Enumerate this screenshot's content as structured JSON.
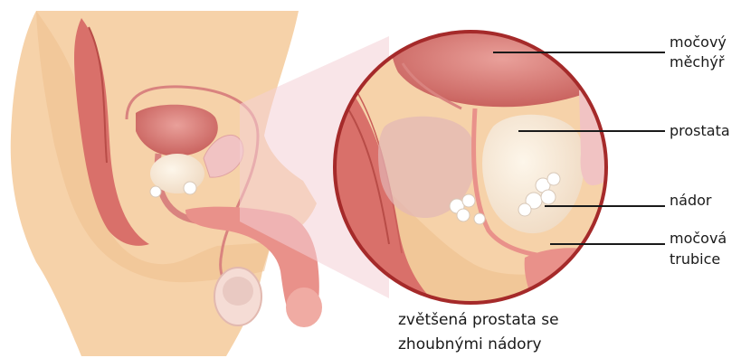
{
  "labels": {
    "bladder_line1": "močový",
    "bladder_line2": "měchýř",
    "prostate": "prostata",
    "tumor": "nádor",
    "urethra_line1": "močová",
    "urethra_line2": "trubice"
  },
  "caption": {
    "line1": "zvětšená prostata se",
    "line2": "zhoubnými nádory"
  }
}
